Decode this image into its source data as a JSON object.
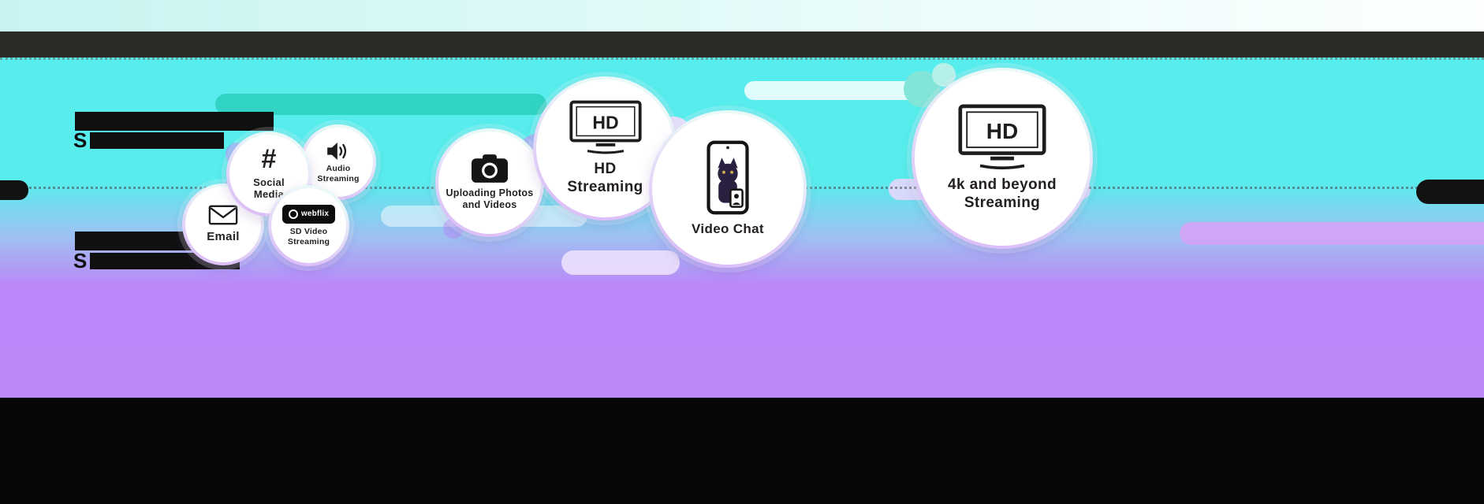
{
  "palette": {
    "cyan_bg": "#57eded",
    "purple_bg": "#bb86f8",
    "teal_pill": "#2dcfbf",
    "top_bar": "#2d2b28",
    "bottom_bar": "#060606",
    "text_dark": "#231f20"
  },
  "tiers": {
    "tier1": {
      "visible_prefix": "S"
    },
    "tier2": {
      "visible_prefix": "S"
    }
  },
  "bubbles": {
    "email": {
      "label": "Email"
    },
    "social_media": {
      "label": "Social Media"
    },
    "audio_streaming": {
      "label": "Audio Streaming"
    },
    "sd_video": {
      "label": "SD Video Streaming",
      "badge_text": "webflix"
    },
    "uploading": {
      "label": "Uploading Photos and Videos"
    },
    "hd_streaming": {
      "label": "HD Streaming",
      "tv_logo": "HD"
    },
    "video_chat": {
      "label": "Video Chat"
    },
    "four_k": {
      "label": "4k and beyond Streaming",
      "tv_logo": "HD"
    }
  }
}
